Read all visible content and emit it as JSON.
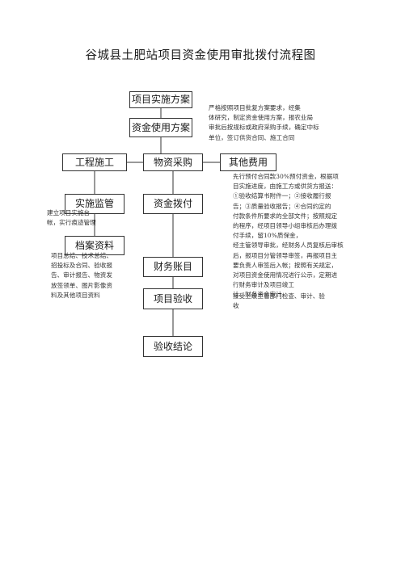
{
  "title": "谷城县土肥站项目资金使用审批拨付流程图",
  "boxes": {
    "project_plan": "项目实施方案",
    "funds_plan": "资金使用方案",
    "construction": "工程施工",
    "procurement": "物资采购",
    "other_costs": "其他费用",
    "supervision": "实施监管",
    "disbursement": "资金拨付",
    "archives": "档案资料",
    "finance_ledger": "财务账目",
    "acceptance": "项目验收",
    "conclusion": "验收结论"
  },
  "notes": {
    "plan_note": "严格按照项目批复方案要求，经集\n体研究，制定资金使用方案，报农业局\n审批后按规标或政府采购手续，确定中标\n单位，签订供货合同、施工合同",
    "disburse_note": "先行预付合同款30%预付资金，根据项\n目实施进度，由施工方或供货方报送：\n①验收结算书附件一；②接收履行报\n告；③质量验收报告；④合同约定的\n付款条件所要求的全部文件；按照规定\n的程序，经项目领导小组审核后办理拨\n付手续，留10%质保金，\n经主管领导审批，经财务人员复核后审核\n后，报项目分管领导审签，再报项目主\n要负责人审签后入帐；按照有关规定，\n对项目资金使用情况进行公示，定期进\n行财务审计及项目竣工\n计、财务资金审计",
    "supervision_note": "建立项目实施台\n帐，实行痕迹管理",
    "archives_note": "项目总结、技术总结、\n招投标及合同、验收报\n告、审计报告、物资发\n放签领单、图片影像资\n料及其他项目资料",
    "acceptance_note": "接受上级主管部门检查、审计、验\n收"
  }
}
